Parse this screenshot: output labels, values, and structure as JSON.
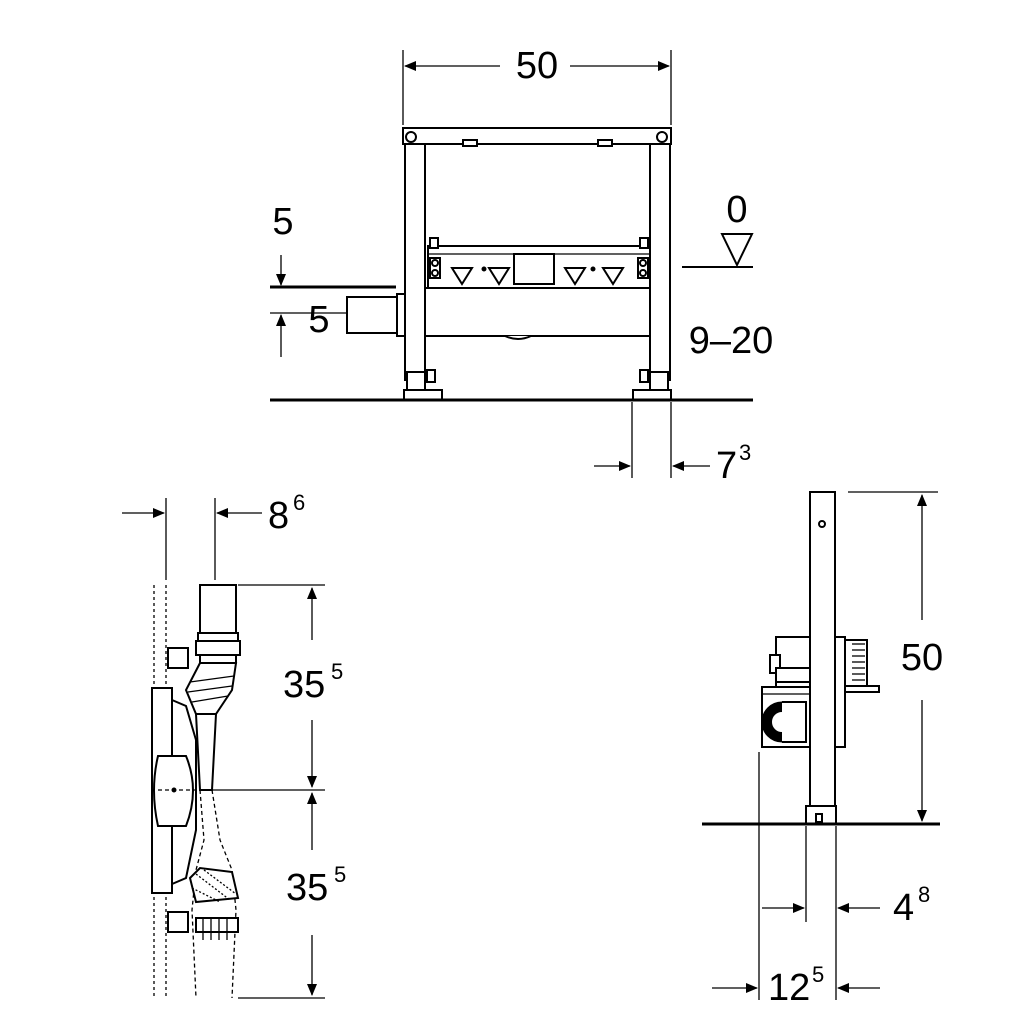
{
  "front_view": {
    "width_label": "50",
    "offset_top_label": "5",
    "offset_mid_label": "5",
    "level_label": "0",
    "height_range_label": "9–20",
    "foot_label_main": "7",
    "foot_label_sup": "3"
  },
  "side_view_left": {
    "depth_label_main": "8",
    "depth_label_sup": "6",
    "upper_height_main": "35",
    "upper_height_sup": "5",
    "lower_height_main": "35",
    "lower_height_sup": "5"
  },
  "side_view_right": {
    "height_label": "50",
    "depth_small_main": "4",
    "depth_small_sup": "8",
    "depth_total_main": "12",
    "depth_total_sup": "5"
  }
}
